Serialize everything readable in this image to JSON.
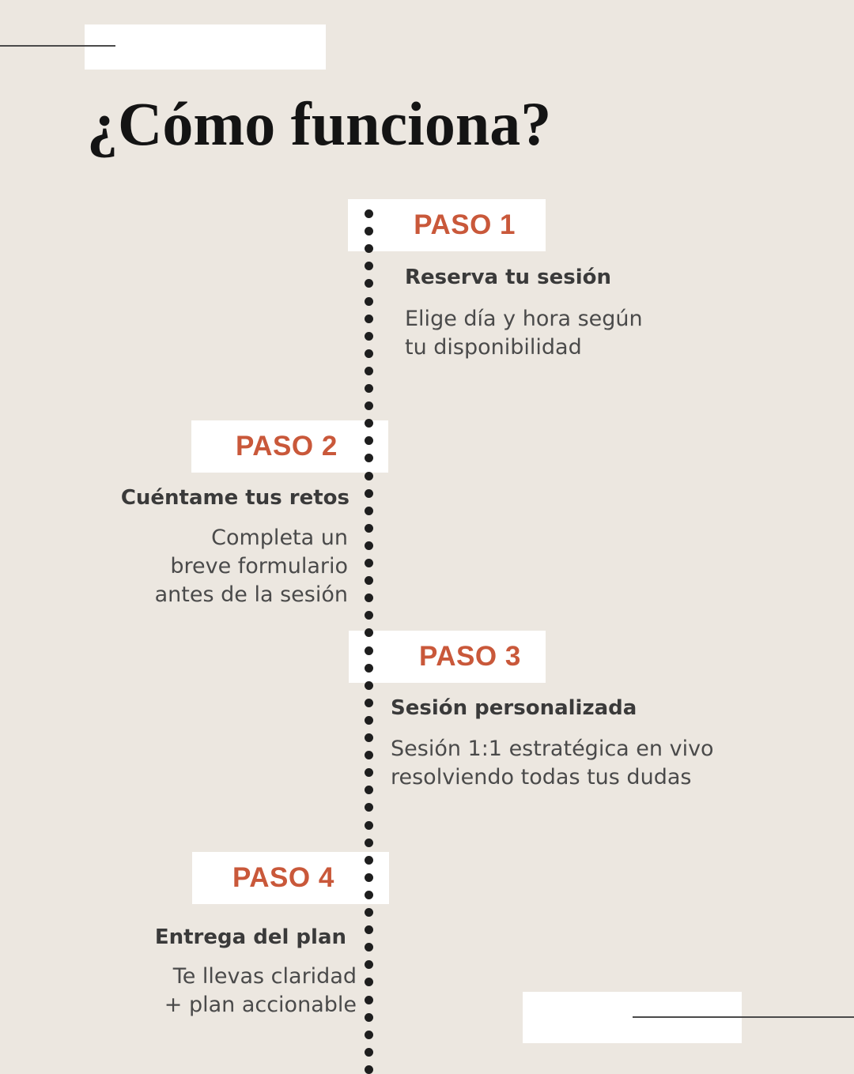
{
  "title": "¿Cómo funciona?",
  "steps": [
    {
      "label": "PASO 1",
      "heading": "Reserva tu sesión",
      "text": "Elige día y hora según\ntu disponibilidad"
    },
    {
      "label": "PASO 2",
      "heading": "Cuéntame tus retos",
      "text": "Completa un\nbreve formulario\nantes de la sesión"
    },
    {
      "label": "PASO 3",
      "heading": "Sesión personalizada",
      "text": "Sesión 1:1 estratégica en vivo\nresolviendo todas tus dudas"
    },
    {
      "label": "PASO 4",
      "heading": "Entrega del plan",
      "text": "Te llevas claridad\n+ plan accionable"
    }
  ],
  "colors": {
    "background": "#ece7e0",
    "accent": "#c9583a",
    "text": "#3a3a3a"
  }
}
